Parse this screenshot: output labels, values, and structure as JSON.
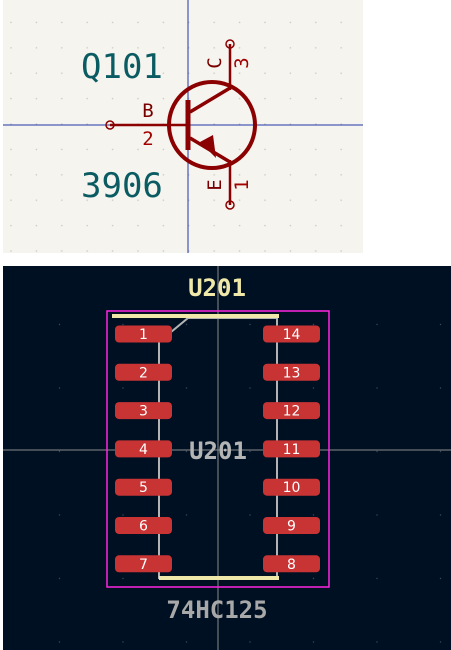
{
  "schematic": {
    "background": "#f5f4ef",
    "symbol_color": "#8b0000",
    "label_color": "#0a5c62",
    "crosshair_color": "#2233aa",
    "reference": "Q101",
    "value": "3906",
    "pins": {
      "base": {
        "name": "B",
        "number": "2"
      },
      "collector": {
        "name": "C",
        "number": "3"
      },
      "emitter": {
        "name": "E",
        "number": "1"
      }
    }
  },
  "pcb": {
    "background": "#001023",
    "pad_color": "#c83434",
    "silkscreen_color": "#f0e8a8",
    "courtyard_color": "#ff26e2",
    "fab_color": "#b4b4b4",
    "reference_top": "U201",
    "reference_center": "U201",
    "value": "74HC125",
    "pads_left": [
      "1",
      "2",
      "3",
      "4",
      "5",
      "6",
      "7"
    ],
    "pads_right": [
      "14",
      "13",
      "12",
      "11",
      "10",
      "9",
      "8"
    ]
  }
}
